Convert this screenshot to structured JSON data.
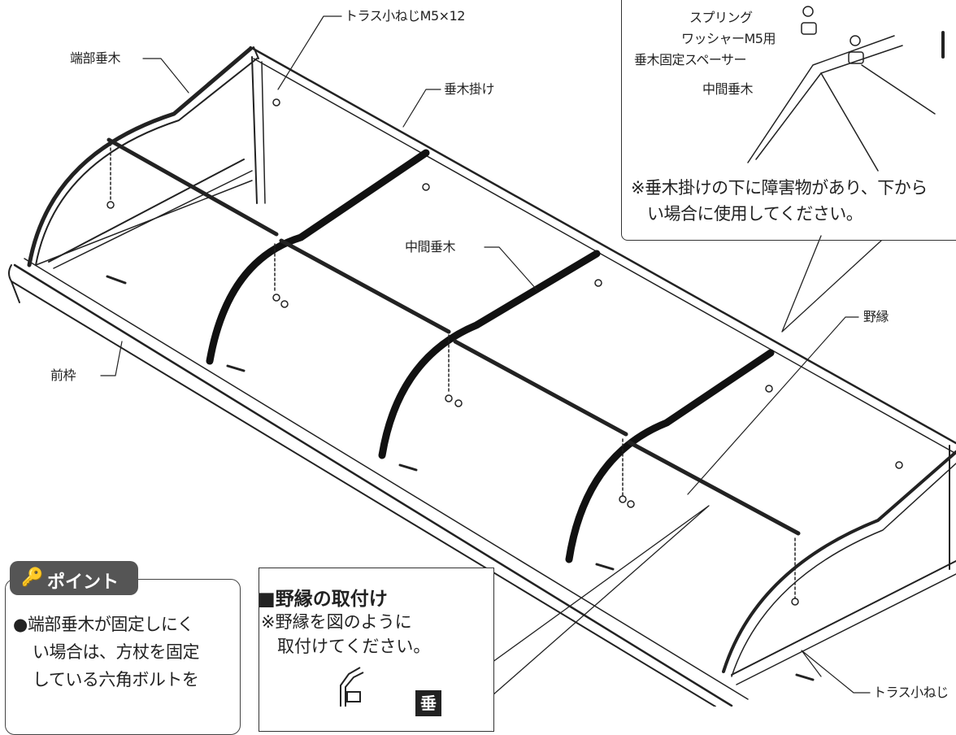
{
  "labels": {
    "end_rafter": "端部垂木",
    "truss_screw_top": "トラス小ねじM5×12",
    "rafter_hanger": "垂木掛け",
    "middle_rafter": "中間垂木",
    "front_frame": "前枠",
    "batten": "野縁",
    "truss_screw_bottom": "トラス小ねじ"
  },
  "inset": {
    "spring": "スプリング",
    "washer": "ワッシャーM5用",
    "spacer": "垂木固定スペーサー",
    "middle_rafter": "中間垂木",
    "note_line1": "※垂木掛けの下に障害物があり、下から",
    "note_line2": "い場合に使用してください。"
  },
  "section": {
    "title": "■野縁の取付け",
    "note_line1": "※野縁を図のように",
    "note_line2": "取付けてください。",
    "badge": "垂"
  },
  "point": {
    "title": "ポイント",
    "line1": "●端部垂木が固定しにく",
    "line2": "い場合は、方杖を固定",
    "line3": "している六角ボルトを"
  }
}
